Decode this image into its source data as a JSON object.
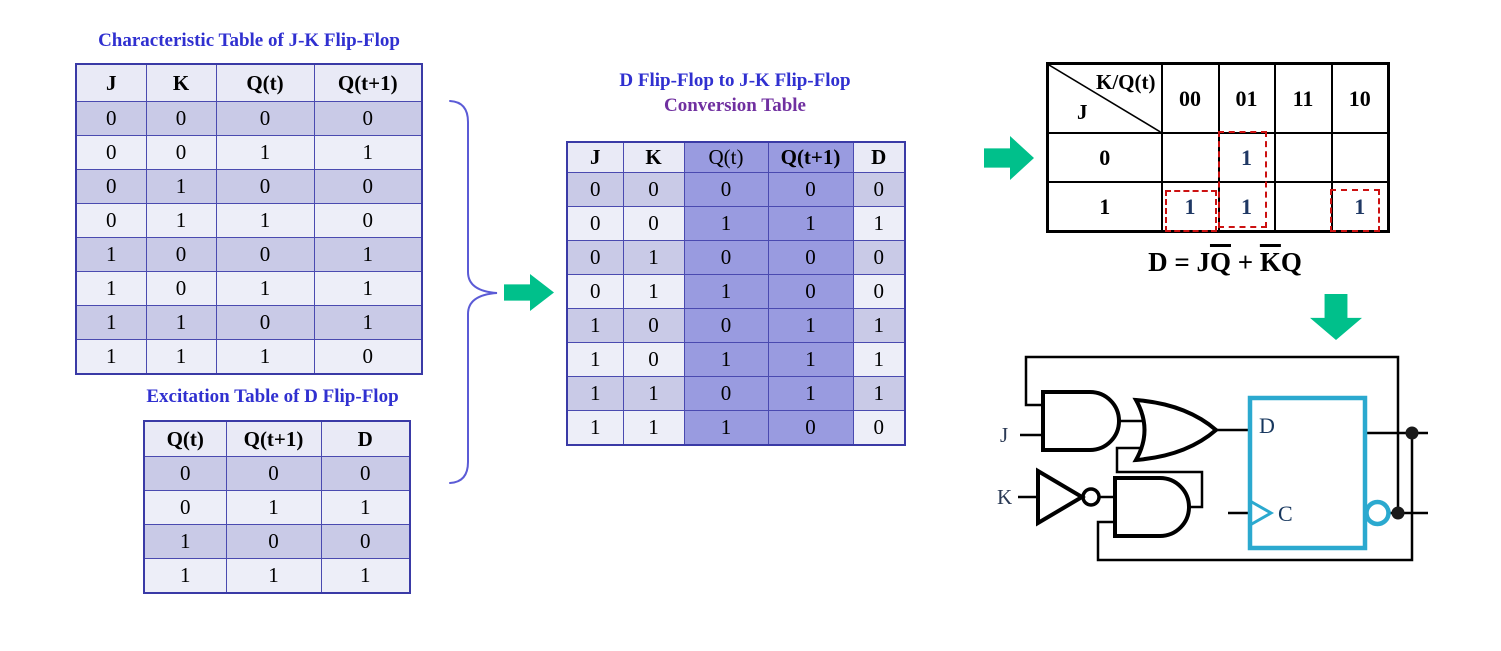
{
  "left_section": {
    "characteristic_table": {
      "title": "Characteristic Table of J-K Flip-Flop",
      "headers": [
        "J",
        "K",
        "Q(t)",
        "Q(t+1)"
      ],
      "rows": [
        [
          "0",
          "0",
          "0",
          "0"
        ],
        [
          "0",
          "0",
          "1",
          "1"
        ],
        [
          "0",
          "1",
          "0",
          "0"
        ],
        [
          "0",
          "1",
          "1",
          "0"
        ],
        [
          "1",
          "0",
          "0",
          "1"
        ],
        [
          "1",
          "0",
          "1",
          "1"
        ],
        [
          "1",
          "1",
          "0",
          "1"
        ],
        [
          "1",
          "1",
          "1",
          "0"
        ]
      ]
    },
    "excitation_table": {
      "title": "Excitation Table of  D Flip-Flop",
      "headers": [
        "Q(t)",
        "Q(t+1)",
        "D"
      ],
      "rows": [
        [
          "0",
          "0",
          "0"
        ],
        [
          "0",
          "1",
          "1"
        ],
        [
          "1",
          "0",
          "0"
        ],
        [
          "1",
          "1",
          "1"
        ]
      ]
    }
  },
  "conversion": {
    "title_line1": "D Flip-Flop to J-K Flip-Flop",
    "title_line2": "Conversion Table",
    "table": {
      "headers": [
        "J",
        "K",
        "Q(t)",
        "Q(t+1)",
        "D"
      ],
      "plain_headers": [
        2
      ],
      "highlight_cols": [
        2,
        3
      ],
      "rows": [
        [
          "0",
          "0",
          "0",
          "0",
          "0"
        ],
        [
          "0",
          "0",
          "1",
          "1",
          "1"
        ],
        [
          "0",
          "1",
          "0",
          "0",
          "0"
        ],
        [
          "0",
          "1",
          "1",
          "0",
          "0"
        ],
        [
          "1",
          "0",
          "0",
          "1",
          "1"
        ],
        [
          "1",
          "0",
          "1",
          "1",
          "1"
        ],
        [
          "1",
          "1",
          "0",
          "1",
          "1"
        ],
        [
          "1",
          "1",
          "1",
          "0",
          "0"
        ]
      ]
    }
  },
  "kmap": {
    "corner_top": "K/Q(t)",
    "corner_bottom": "J",
    "col_headers": [
      "00",
      "01",
      "11",
      "10"
    ],
    "row_headers": [
      "0",
      "1"
    ],
    "cells": [
      [
        "",
        "1",
        "",
        ""
      ],
      [
        "1",
        "1",
        "",
        "1"
      ]
    ]
  },
  "equation": {
    "parts": [
      "D = J",
      "Q",
      " + ",
      "K",
      "Q"
    ]
  },
  "circuit": {
    "labels": {
      "j": "J",
      "k": "K",
      "d": "D",
      "c": "C"
    }
  },
  "colors": {
    "title_blue": "#3030D0",
    "title_purple": "#7030A0",
    "table_border": "#4A4AB0",
    "row_dark": "#C9CAE7",
    "row_light": "#EDEEF8",
    "header_bg": "#E9EAF6",
    "highlight_col": "#999BE0",
    "arrow_green": "#00C08B",
    "kmap_group_red": "#CC1111",
    "flipflop_cyan": "#2BA9CF"
  }
}
